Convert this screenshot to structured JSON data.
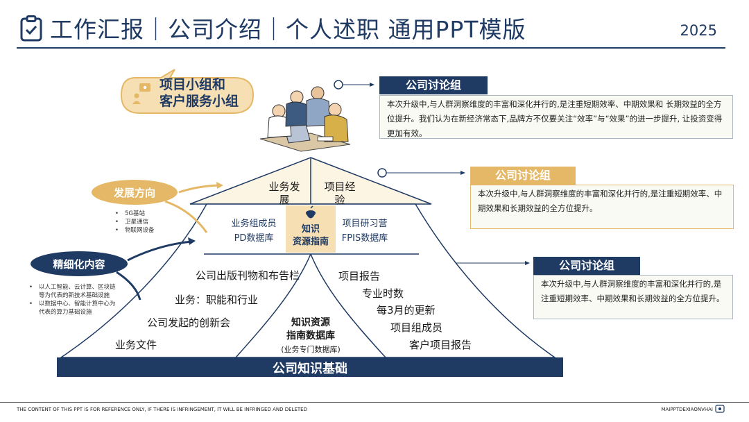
{
  "header": {
    "title": "工作汇报｜公司介绍｜个人述职 通用PPT模版",
    "year": "2025"
  },
  "bubble": {
    "line1": "项目小组和",
    "line2": "客户服务小组"
  },
  "cards": [
    {
      "title": "公司讨论组",
      "body": "本次升级中,与人群洞察维度的丰富和深化并行的,是注重短期效率、中期效果和 长期效益的全方位提升。我们认为在新经济常态下,品牌方不仅要关注“效率”与“效果”的进一步提升, 让投资变得更加有效。"
    },
    {
      "title": "公司讨论组",
      "body": "本次升级中,与人群洞察维度的丰富和深化并行的,是注重短期效率、中期效果和长期效益的全方位提升。"
    },
    {
      "title": "公司讨论组",
      "body": "本次升级中,与人群洞察维度的丰富和深化并行的,是注重短期效率、中期效果和长期效益的全方位提升。"
    }
  ],
  "side": {
    "direction_label": "发展方向",
    "direction_items": [
      "5G基站",
      "卫星通信",
      "物联网设备"
    ],
    "refine_label": "精细化内容",
    "refine_items": [
      "以人工智能、云计算、区块链等为代表的新技术基础设施",
      "以数据中心、智能计算中心为代表的算力基础设施"
    ]
  },
  "house": {
    "roof_left_line1": "业务发",
    "roof_left_line2": "展",
    "roof_right_line1": "项目经",
    "roof_right_line2": "验",
    "mid_left_line1": "业务组成员",
    "mid_left_line2": "PD数据库",
    "center_line1": "知识",
    "center_line2": "资源指南",
    "mid_right_line1": "项目研习营",
    "mid_right_line2": "FPIS数据库",
    "left_items": [
      "公司出版刊物和布告栏",
      "业务：职能和行业",
      "公司发起的创新会",
      "业务文件"
    ],
    "right_items": [
      "项目报告",
      "专业时数",
      "每3月的更新",
      "项目组成员",
      "客户项目报告"
    ],
    "bottom_center_line1": "知识资源",
    "bottom_center_line2": "指南数据库",
    "bottom_center_sub": "(业务专门数据库)",
    "base_label": "公司知识基础"
  },
  "footer": {
    "left": "THE CONTENT OF THIS PPT IS FOR REFERENCE ONLY, IF THERE IS INFRINGEMENT, IT WILL BE INFRINGED AND DELETED",
    "right": "MAIPPTDEXIAONVHAI"
  },
  "colors": {
    "navy": "#1f3a63",
    "gold": "#e4b866",
    "gold_light": "#f6dfb3",
    "card_bg": "#fafaf5"
  }
}
